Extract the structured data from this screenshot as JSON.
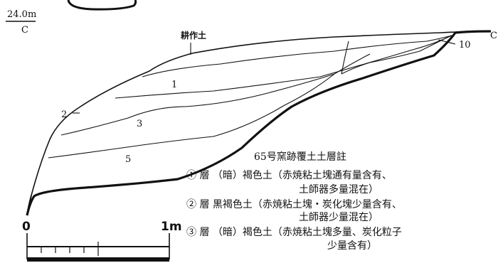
{
  "labels": {
    "elevation": "24.0m",
    "section_left": "C",
    "section_right": "C",
    "surface_soil": "耕作土",
    "layer_1": "1",
    "layer_2": "2",
    "layer_3": "3",
    "layer_5": "5",
    "layer_10": "10"
  },
  "scale": {
    "start": "0",
    "end": "1m"
  },
  "legend": {
    "title": "65号窯跡覆土土層註",
    "item1_line1": "① 層 （暗）褐色土（赤焼粘土塊通有量含有、",
    "item1_line2": "土師器多量混在）",
    "item2_line1": "② 層 黒褐色土（赤焼粘土塊・炭化塊少量含有、",
    "item2_line2": "土師器少量混在）",
    "item3_line1": "③ 層 （暗）褐色土（赤焼粘土塊多量、炭化粒子",
    "item3_line2": "少量含有）"
  },
  "colors": {
    "ink": "#111111",
    "paper": "#ffffff"
  }
}
